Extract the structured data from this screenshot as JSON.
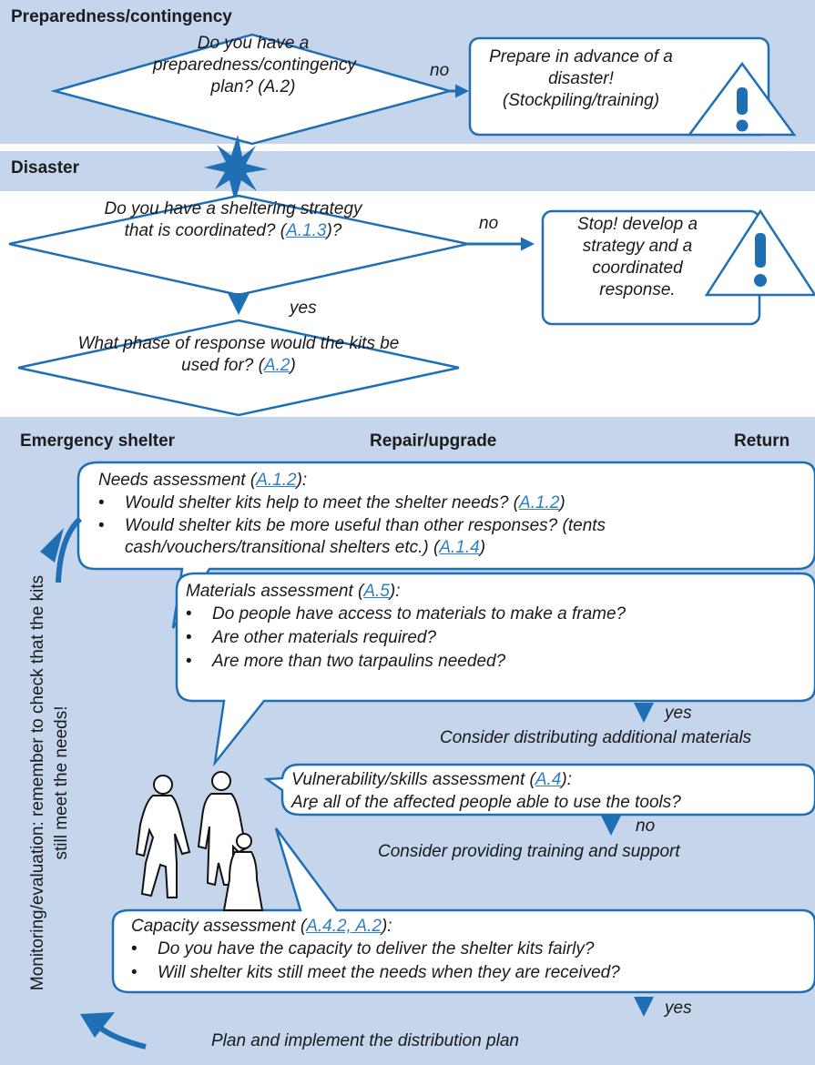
{
  "sections": {
    "preparedness": "Preparedness/contingency",
    "disaster": "Disaster"
  },
  "decisions": {
    "plan": {
      "question": "Do you have a preparedness/contingency plan? (A.2)",
      "no_label": "no"
    },
    "strategy": {
      "question_pre": "Do you have a sheltering strategy that is coordinated? (",
      "ref": "A.1.3",
      "question_post": ")?",
      "no_label": "no",
      "yes_label": "yes"
    },
    "phase": {
      "question_pre": "What phase of response would the kits be used for? (",
      "ref": "A.2",
      "question_post": ")"
    }
  },
  "warnings": {
    "prepare": "Prepare in advance of a disaster! (Stockpiling/training)",
    "stop": "Stop! develop a strategy and a coordinated response."
  },
  "phases": {
    "emergency": "Emergency shelter",
    "repair": "Repair/upgrade",
    "return": "Return"
  },
  "needs": {
    "title_pre": "Needs assessment (",
    "title_ref": "A.1.2",
    "title_post": "):",
    "b1_pre": "Would shelter kits help to meet the shelter needs? (",
    "b1_ref": "A.1.2",
    "b1_post": ")",
    "b2_pre": "Would shelter kits be more useful than other responses? (tents cash/vouchers/transitional shelters etc.) (",
    "b2_ref": "A.1.4",
    "b2_post": ")"
  },
  "materials": {
    "title_pre": "Materials assessment (",
    "title_ref": "A.5",
    "title_post": "):",
    "b1": "Do people have access to materials to make a frame?",
    "b2": "Are other materials required?",
    "b3": "Are more than two tarpaulins needed?",
    "yes_label": "yes",
    "outcome": "Consider distributing additional materials"
  },
  "vulnerability": {
    "title_pre": "Vulnerability/skills assessment (",
    "title_ref": "A.4",
    "title_post": "):",
    "line": "Are all of the affected people able to use the tools?",
    "no_label": "no",
    "outcome": "Consider providing training and support"
  },
  "capacity": {
    "title_pre": "Capacity assessment (",
    "title_ref": "A.4.2, A.2",
    "title_post": "):",
    "b1": "Do you have the capacity to deliver the shelter kits fairly?",
    "b2": "Will shelter kits still meet the needs when they are received?",
    "yes_label": "yes",
    "outcome": "Plan and implement the distribution plan"
  },
  "monitoring": "Monitoring/evaluation: remember to check that the kits still meet the needs!",
  "colors": {
    "band": "#c5d5ec",
    "accent": "#1f6fb5",
    "ref": "#2f7fc4"
  }
}
